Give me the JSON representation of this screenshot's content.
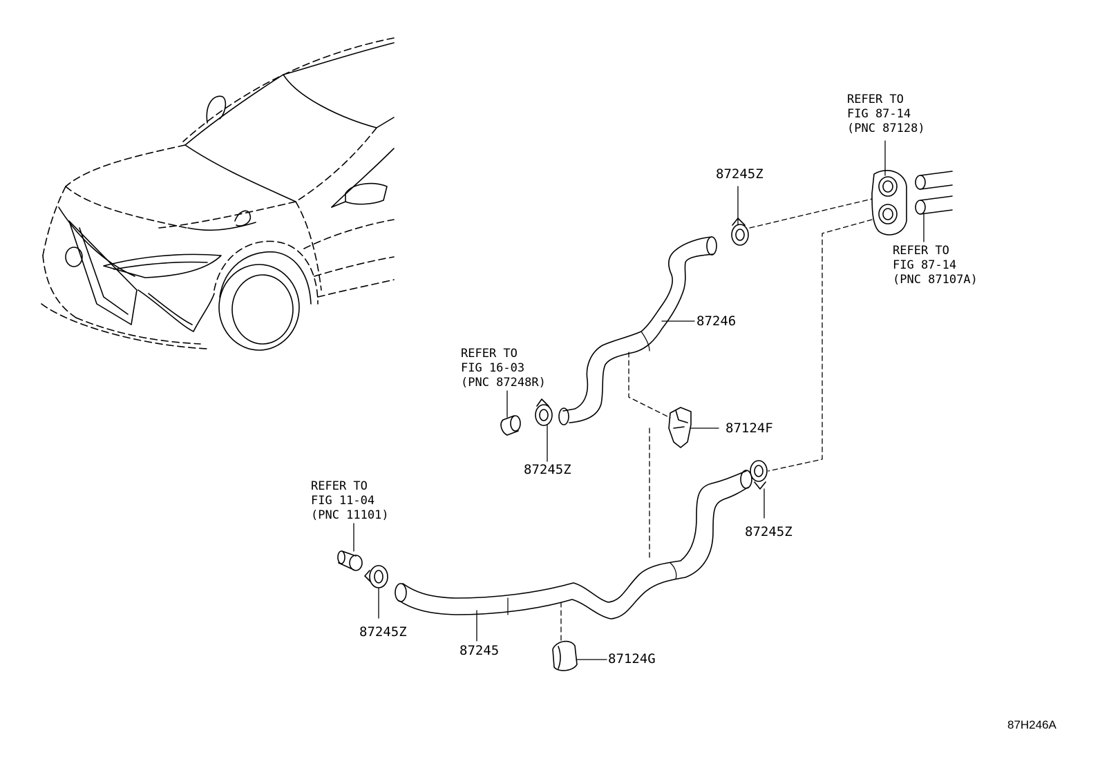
{
  "callouts": {
    "clamp_top": "87245Z",
    "hose_upper": "87246",
    "clamp_mid": "87245Z",
    "clamp_right": "87245Z",
    "clamp_left": "87245Z",
    "hose_lower": "87245",
    "bracket_f": "87124F",
    "holder_g": "87124G"
  },
  "refs": {
    "ref_87128": [
      "REFER TO",
      "FIG 87-14",
      "(PNC 87128)"
    ],
    "ref_87107a": [
      "REFER TO",
      "FIG 87-14",
      "(PNC 87107A)"
    ],
    "ref_87248r": [
      "REFER TO",
      "FIG 16-03",
      "(PNC 87248R)"
    ],
    "ref_11101": [
      "REFER TO",
      "FIG 11-04",
      "(PNC 11101)"
    ]
  },
  "illustration_code": "87H246A"
}
